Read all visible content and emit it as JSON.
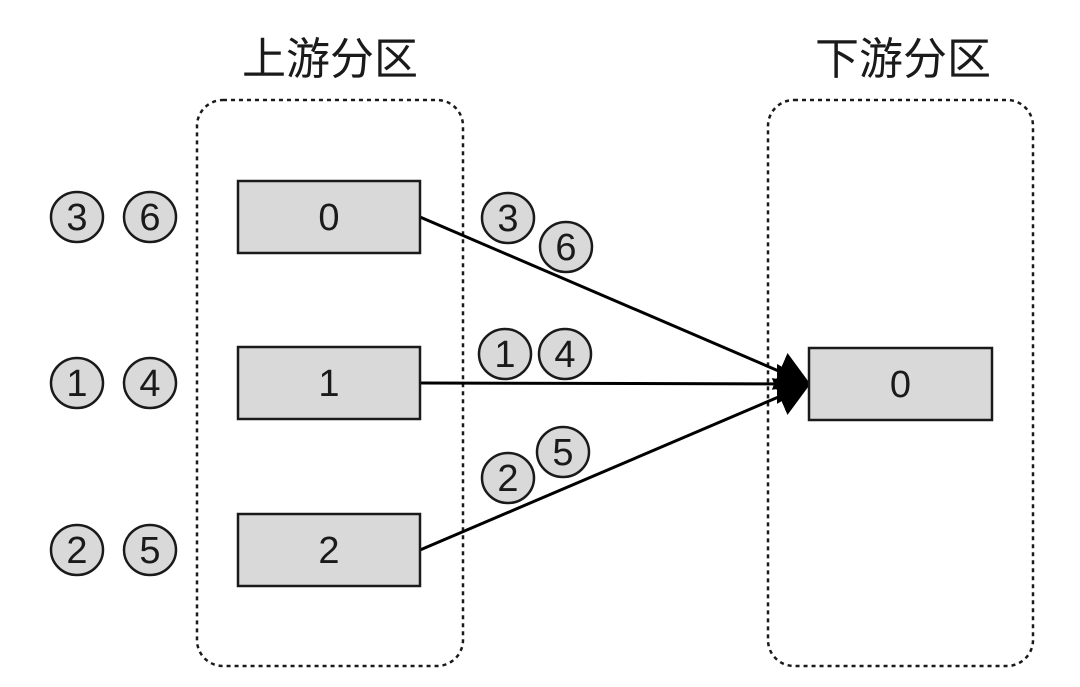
{
  "upstream": {
    "title": "上游分区",
    "partitions": [
      {
        "id": "0",
        "pending": [
          "3",
          "6"
        ],
        "in_flight": [
          "3",
          "6"
        ]
      },
      {
        "id": "1",
        "pending": [
          "1",
          "4"
        ],
        "in_flight": [
          "1",
          "4"
        ]
      },
      {
        "id": "2",
        "pending": [
          "2",
          "5"
        ],
        "in_flight": [
          "2",
          "5"
        ]
      }
    ]
  },
  "downstream": {
    "title": "下游分区",
    "partitions": [
      {
        "id": "0"
      }
    ]
  },
  "colors": {
    "box_fill": "#d9d9d9",
    "stroke": "#1a1a1a",
    "arrow": "#000000"
  }
}
